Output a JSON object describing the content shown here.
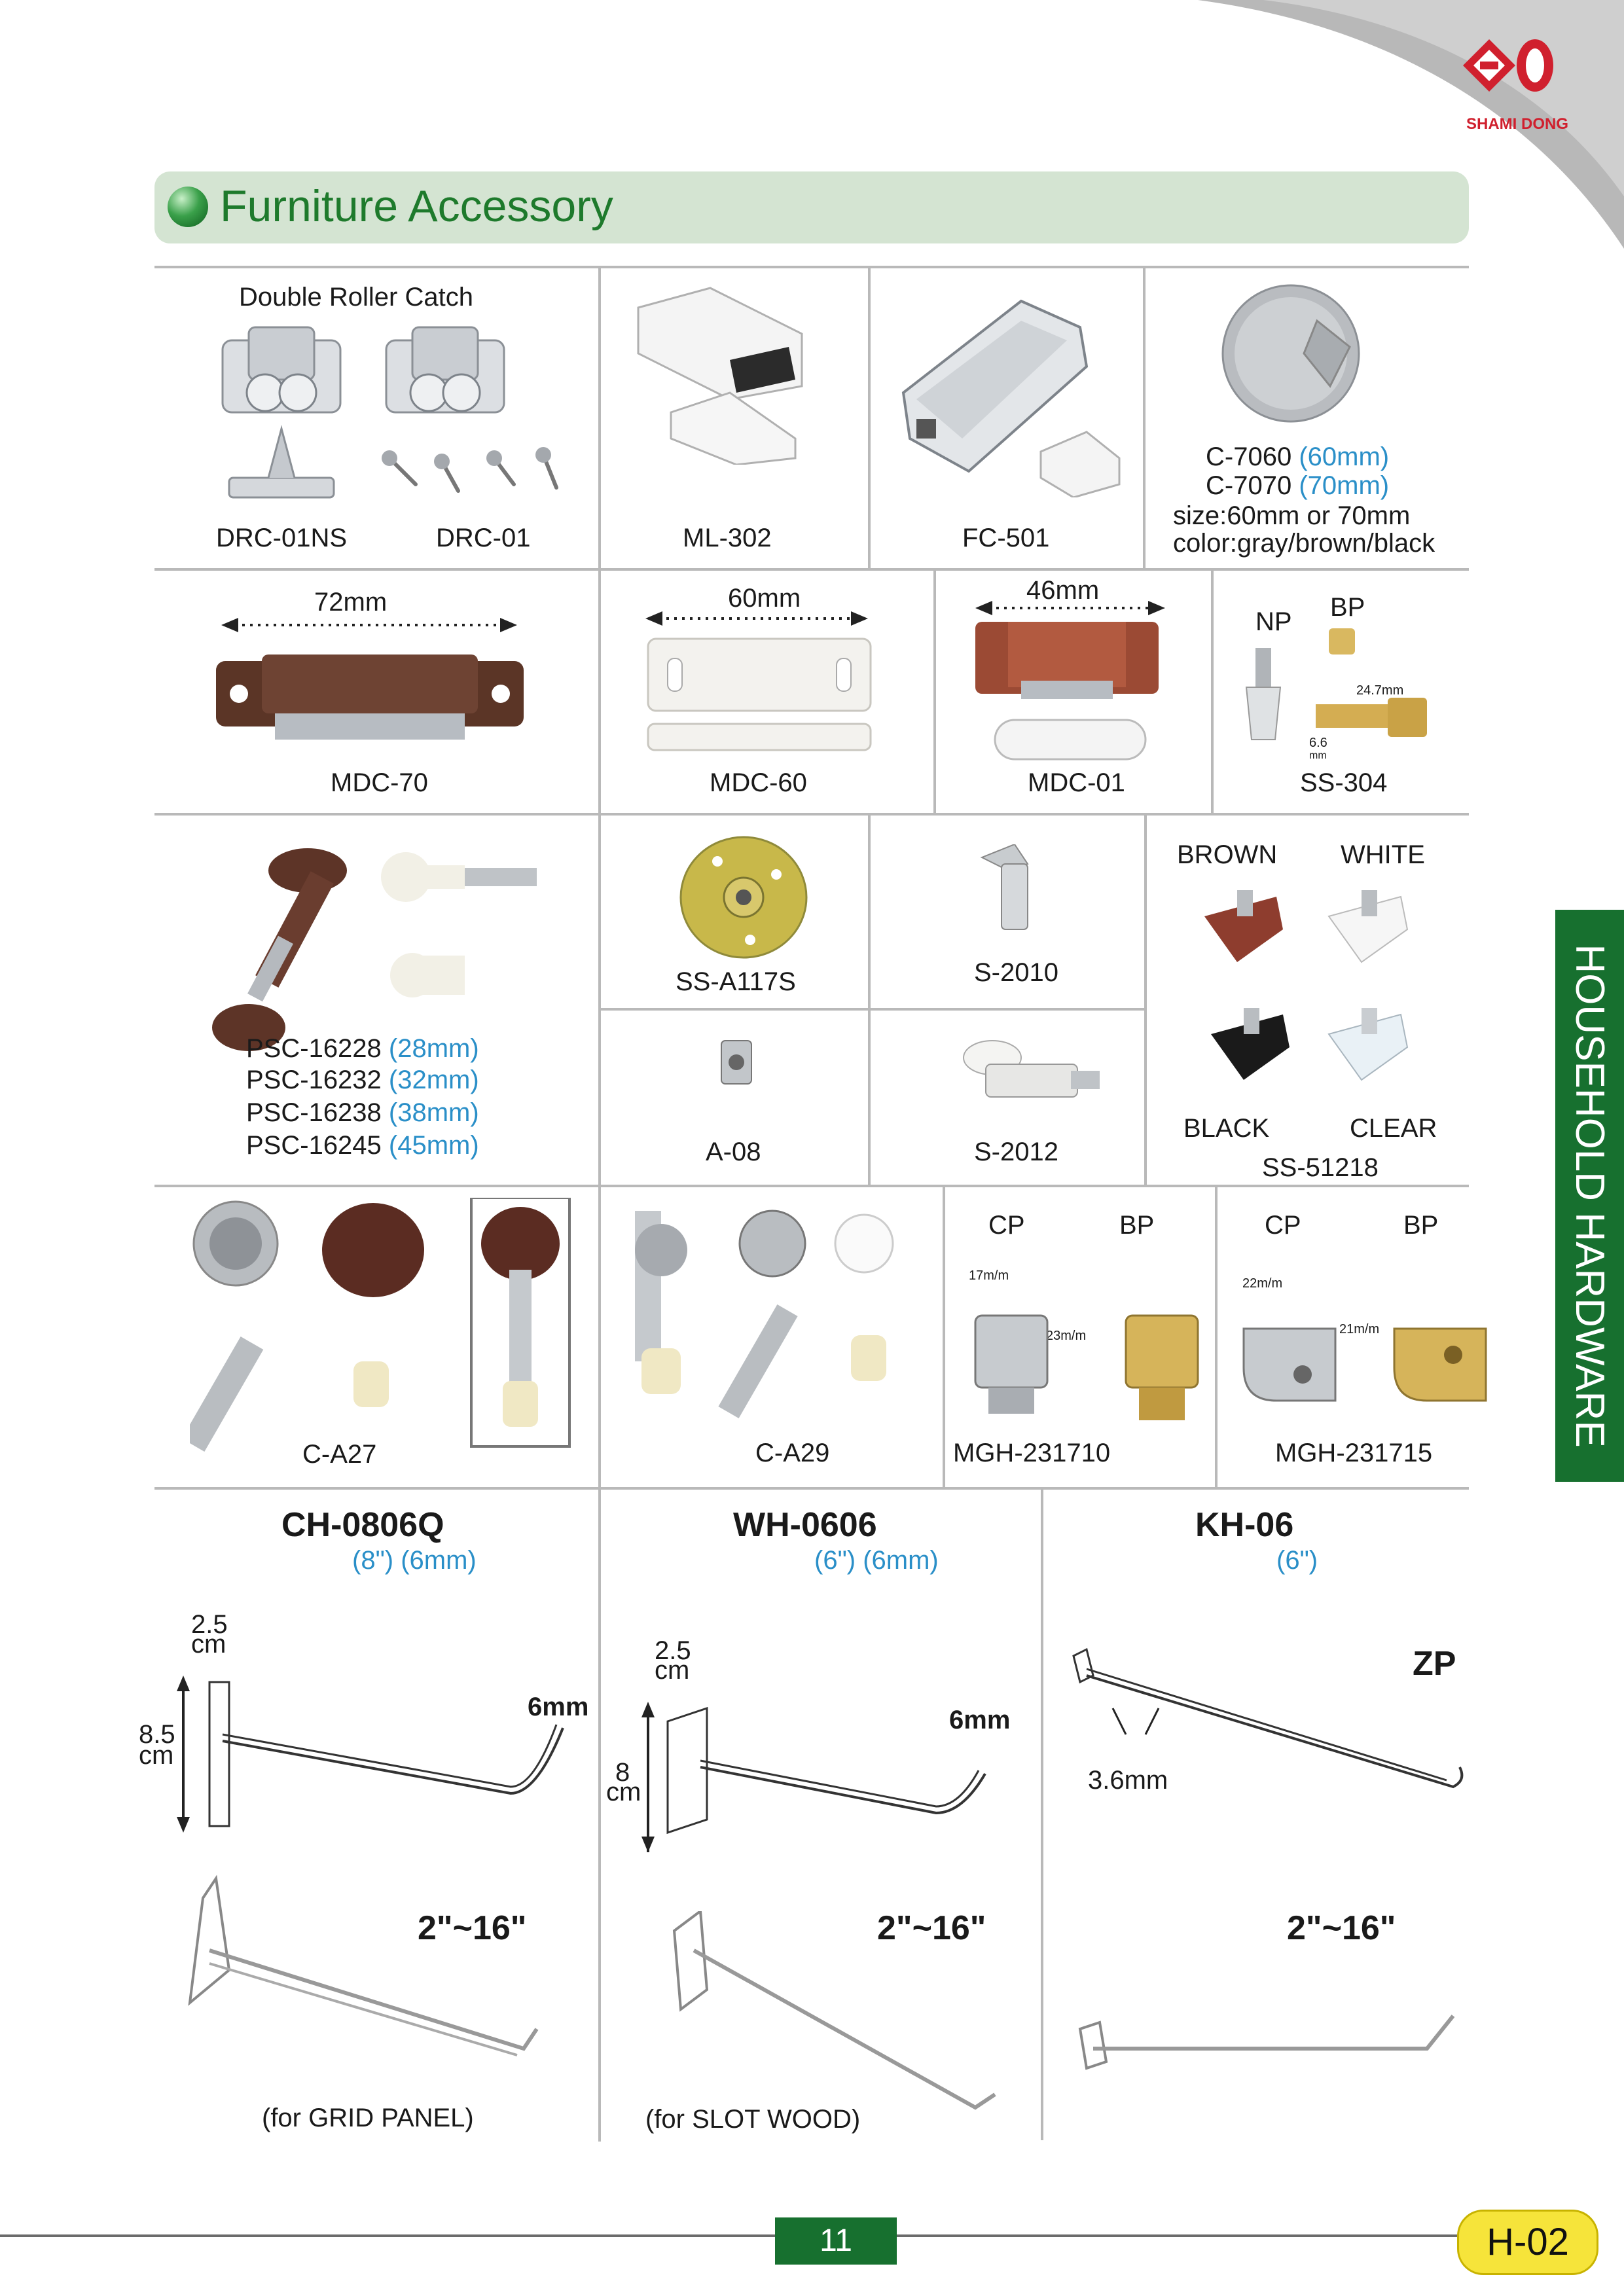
{
  "header": {
    "brand": "SHAMI DONG",
    "title": "Furniture Accessory",
    "side_tab": "HOUSEHOLD HARDWARE"
  },
  "row1": {
    "drc_title": "Double Roller Catch",
    "drc_01ns": "DRC-01NS",
    "drc_01": "DRC-01",
    "ml_302": "ML-302",
    "fc_501": "FC-501",
    "c7060_code": "C-7060",
    "c7060_size": "(60mm)",
    "c7070_code": "C-7070",
    "c7070_size": "(70mm)",
    "c70_size_line": "size:60mm or 70mm",
    "c70_color_line": "color:gray/brown/black"
  },
  "row2": {
    "mdc70_dim": "72mm",
    "mdc70": "MDC-70",
    "mdc60_dim": "60mm",
    "mdc60": "MDC-60",
    "mdc01_dim": "46mm",
    "mdc01": "MDC-01",
    "np": "NP",
    "bp": "BP",
    "ss304_len": "24.7mm",
    "ss304_h": "6.6",
    "ss304_h_unit": "mm",
    "ss304": "SS-304"
  },
  "row3": {
    "psc": [
      {
        "code": "PSC-16228",
        "size": "(28mm)"
      },
      {
        "code": "PSC-16232",
        "size": "(32mm)"
      },
      {
        "code": "PSC-16238",
        "size": "(38mm)"
      },
      {
        "code": "PSC-16245",
        "size": "(45mm)"
      }
    ],
    "ss_a117s": "SS-A117S",
    "s_2010": "S-2010",
    "a_08": "A-08",
    "s_2012": "S-2012",
    "brown": "BROWN",
    "white": "WHITE",
    "black": "BLACK",
    "clear": "CLEAR",
    "ss_51218": "SS-51218"
  },
  "row4": {
    "c_a27": "C-A27",
    "c_a29": "C-A29",
    "cp1": "CP",
    "bp1": "BP",
    "mgh710_w": "17m/m",
    "mgh710_h": "23m/m",
    "mgh710": "MGH-231710",
    "cp2": "CP",
    "bp2": "BP",
    "mgh715_w": "22m/m",
    "mgh715_h": "21m/m",
    "mgh715": "MGH-231715"
  },
  "hooks": {
    "ch_code": "CH-0806Q",
    "ch_spec": "(8\")  (6mm)",
    "ch_w1": "2.5",
    "ch_w2": "cm",
    "ch_h1": "8.5",
    "ch_h2": "cm",
    "ch_wire": "6mm",
    "ch_len": "2\"~16\"",
    "ch_note": "(for GRID PANEL)",
    "wh_code": "WH-0606",
    "wh_spec": "(6\")  (6mm)",
    "wh_w1": "2.5",
    "wh_w2": "cm",
    "wh_h1": "8",
    "wh_h2": "cm",
    "wh_wire": "6mm",
    "wh_len": "2\"~16\"",
    "wh_note": "(for SLOT WOOD)",
    "kh_code": "KH-06",
    "kh_spec": "(6\")",
    "kh_finish": "ZP",
    "kh_wire": "3.6mm",
    "kh_len": "2\"~16\""
  },
  "footer": {
    "page_number": "11",
    "section_code": "H-02"
  },
  "colors": {
    "title_bar": "#d4e4d2",
    "title_text": "#1e7a2c",
    "side_tab": "#17702f",
    "accent_blue": "#2a8fc8",
    "logo_red": "#d0202e",
    "divider": "#b9b9b9"
  }
}
